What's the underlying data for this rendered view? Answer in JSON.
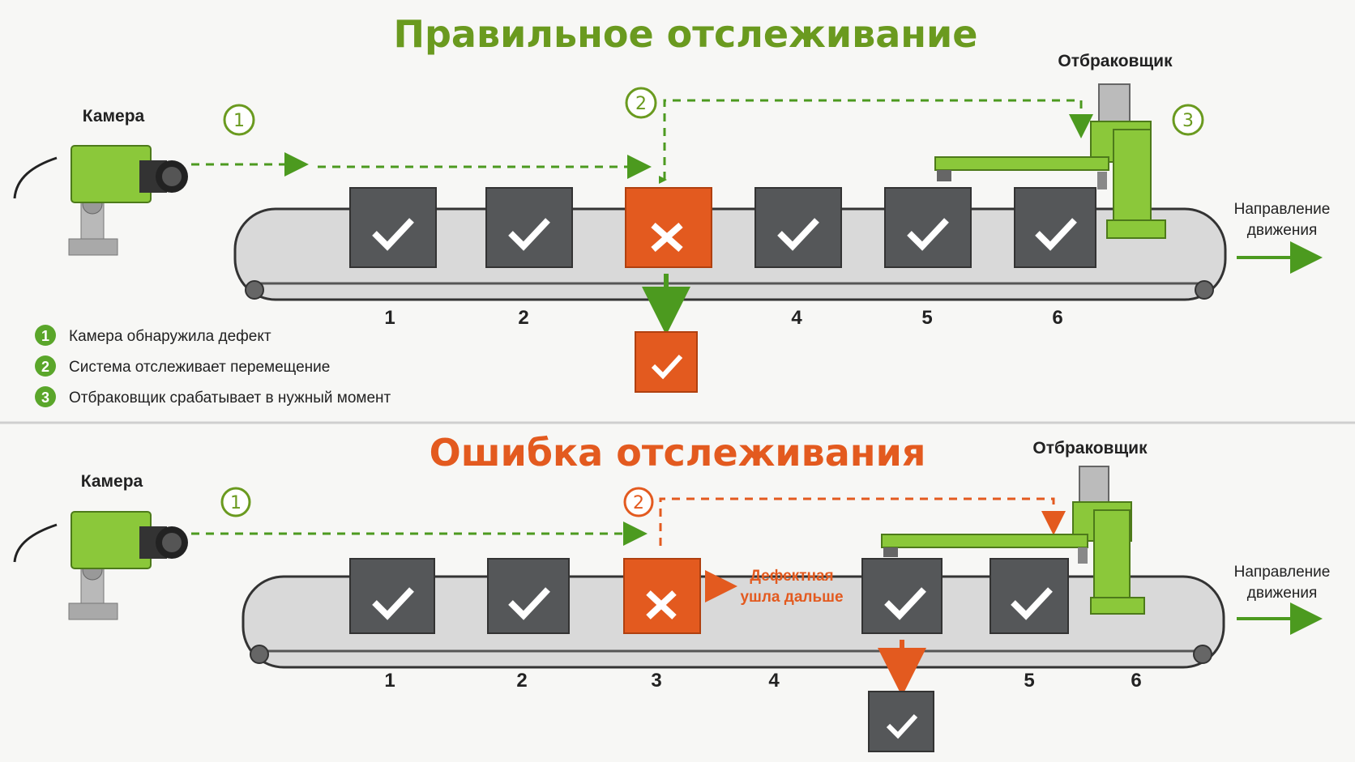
{
  "top": {
    "title": "Правильное отслеживание",
    "camera_label": "Камера",
    "rejector_label": "Отбраковщик",
    "direction_label_line1": "Направление",
    "direction_label_line2": "движения",
    "steps": [
      "1",
      "2",
      "3"
    ],
    "positions": [
      "1",
      "2",
      "4",
      "5",
      "6"
    ],
    "legend": [
      {
        "num": "1",
        "text": "Камера обнаружила дефект"
      },
      {
        "num": "2",
        "text": "Система отслеживает перемещение"
      },
      {
        "num": "3",
        "text": "Отбраковщик срабатывает в нужный момент"
      }
    ]
  },
  "bottom": {
    "title": "Ошибка отслеживания",
    "camera_label": "Камера",
    "rejector_label": "Отбраковщик",
    "direction_label_line1": "Направление",
    "direction_label_line2": "движения",
    "steps": [
      "1",
      "2"
    ],
    "positions": [
      "1",
      "2",
      "3",
      "4",
      "5",
      "6"
    ],
    "note_line1": "Дефектная",
    "note_line2": "ушла дальше"
  },
  "colors": {
    "green": "#6a9a1f",
    "orange": "#e35a1f",
    "box": "#555759",
    "belt": "#d9d9d9",
    "machine": "#8bc83a"
  },
  "icons": [
    "camera-icon",
    "check-icon",
    "cross-icon",
    "rejector-icon",
    "arrow-right-icon"
  ]
}
